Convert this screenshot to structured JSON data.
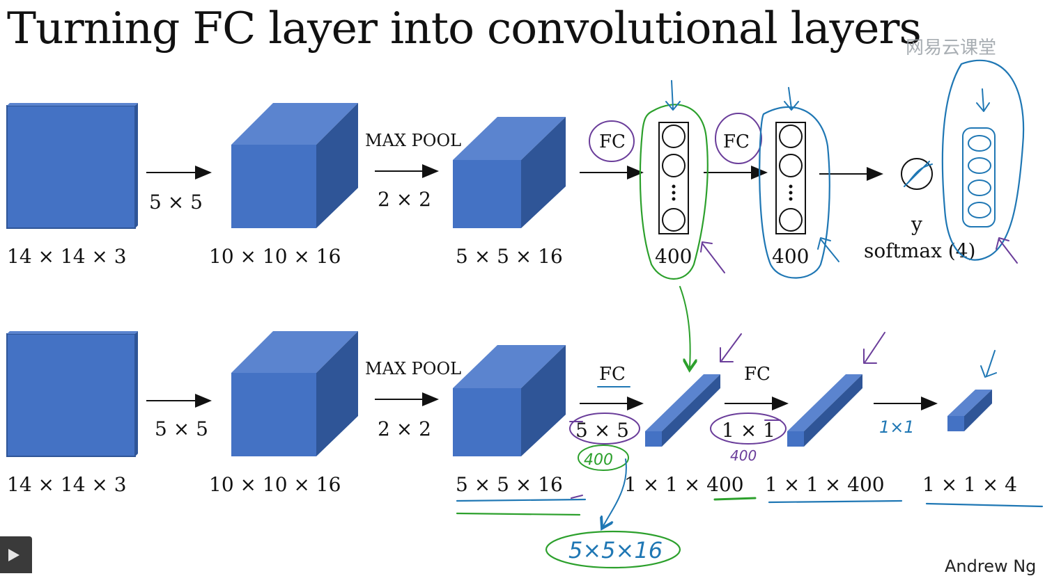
{
  "title": "Turning FC layer into convolutional layers",
  "watermark": "网易云课堂",
  "author": "Andrew Ng",
  "colors": {
    "cube_front": "#4472c4",
    "cube_top": "#5b84cf",
    "cube_side": "#2f5597",
    "ink_green": "#2ca02c",
    "ink_blue": "#1f77b4",
    "ink_purple": "#6a3d9a"
  },
  "top_row": {
    "input_dim": "14 × 14 × 3",
    "conv_op": "5 × 5",
    "conv_dim": "10 × 10 × 16",
    "pool_label": "MAX POOL",
    "pool_op": "2 × 2",
    "pool_dim": "5 × 5 × 16",
    "fc1_label": "FC",
    "fc1_units": "400",
    "fc2_label": "FC",
    "fc2_units": "400",
    "output_var": "y",
    "output_label": "softmax (4)"
  },
  "bottom_row": {
    "input_dim": "14 × 14 × 3",
    "conv_op": "5 × 5",
    "conv_dim": "10 × 10 × 16",
    "pool_label": "MAX POOL",
    "pool_op": "2 × 2",
    "pool_dim": "5 × 5 × 16",
    "fc1_label": "FC",
    "fc1_op": "5 × 5",
    "fc1_dim": "1 × 1 × 400",
    "fc2_label": "FC",
    "fc2_op": "1 × 1",
    "fc2_dim": "1 × 1 × 400",
    "out_dim": "1 × 1 × 4"
  },
  "annotations": {
    "filters_400_a": "400",
    "filters_400_b": "400",
    "one_by_one": "1×1",
    "volume_note": "5×5×16"
  }
}
